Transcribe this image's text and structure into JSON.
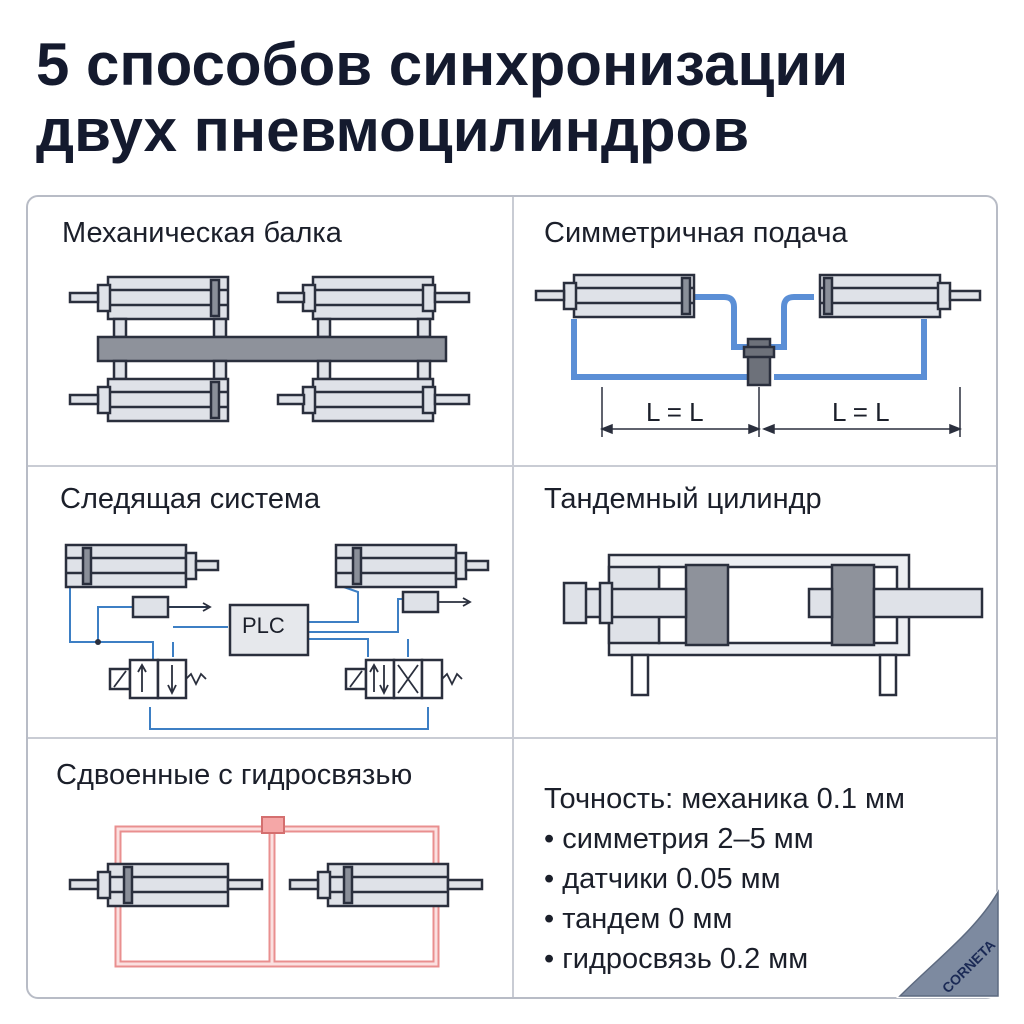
{
  "title": {
    "line1": "5 способов синхронизации",
    "line2": "двух пневмоцилиндров"
  },
  "panels": {
    "beam": {
      "title": "Механическая балка"
    },
    "symmetric": {
      "title": "Симметричная подача",
      "dim_left": "L = L",
      "dim_right": "L = L"
    },
    "servo": {
      "title": "Следящая система",
      "controller": "PLC"
    },
    "tandem": {
      "title": "Тандемный цилиндр"
    },
    "hydro": {
      "title": "Сдвоенные с гидросвязью"
    }
  },
  "accuracy": {
    "heading": "Точность: механика 0.1 мм",
    "items": [
      "• симметрия 2–5 мм",
      "• датчики 0.05 мм",
      "• тандем 0 мм",
      "• гидросвязь 0.2 мм"
    ]
  },
  "brand": {
    "logo_text": "CORNETA"
  },
  "colors": {
    "title": "#141a2e",
    "air_line": "#5b8fd6",
    "hydro_line": "#e98f8f",
    "cylinder_fill": "#dfe2e8",
    "outline": "#2a2f3d"
  }
}
